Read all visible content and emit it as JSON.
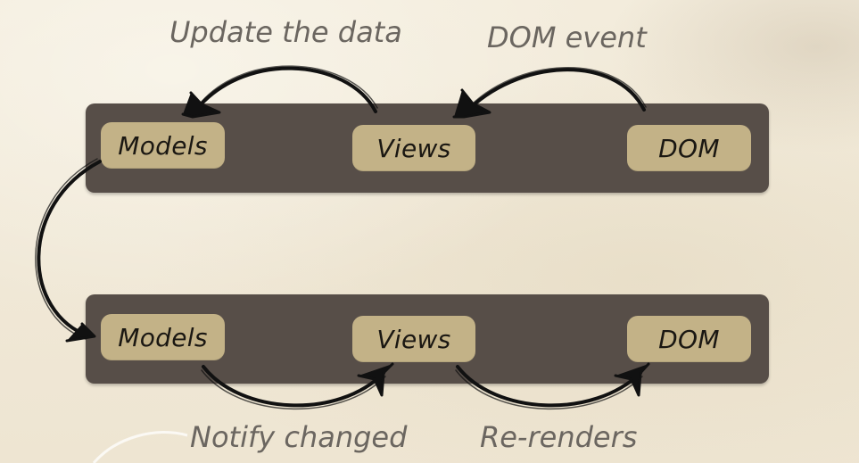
{
  "diagram": {
    "labels": {
      "update": "Update the data",
      "dom_event": "DOM event",
      "notify": "Notify changed",
      "rerender": "Re-renders"
    },
    "top_row": {
      "models": "Models",
      "views": "Views",
      "dom": "DOM"
    },
    "bottom_row": {
      "models": "Models",
      "views": "Views",
      "dom": "DOM"
    }
  },
  "colors": {
    "band": "#574e48",
    "node": "#c3b287",
    "node_text": "#1a1712",
    "label_text": "#6b6660",
    "arrow": "#111111"
  }
}
